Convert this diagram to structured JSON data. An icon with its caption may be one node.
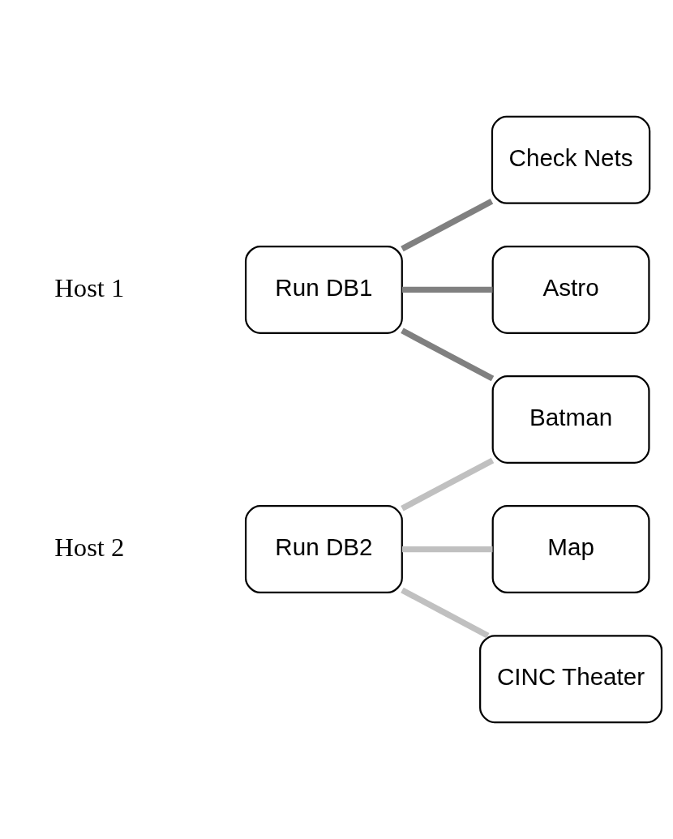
{
  "diagram": {
    "nodes": [
      {
        "text": [
          "Map"
        ]
      },
      {
        "text": [
          "Run DB2"
        ]
      },
      {
        "text": [
          "CINC Theater"
        ]
      },
      {
        "text": [
          "Run DB1"
        ]
      },
      {
        "text": [
          "Batman"
        ]
      },
      {
        "text": [
          "Check Nets"
        ]
      },
      {
        "text": [
          "Astro"
        ]
      }
    ],
    "edges": [
      {
        "from": 1,
        "to": 0,
        "arrow": "none",
        "color": "#c0c0c0"
      },
      {
        "from": 1,
        "to": 2,
        "arrow": "none",
        "color": "#c0c0c0"
      },
      {
        "from": 1,
        "to": 4,
        "arrow": "none",
        "color": "#c0c0c0"
      },
      {
        "from": 3,
        "to": 4,
        "arrow": "none"
      },
      {
        "from": 3,
        "to": 5,
        "arrow": "none"
      },
      {
        "from": 3,
        "to": 6,
        "arrow": "none"
      }
    ],
    "labels": [
      "Host 2",
      "Host 1"
    ]
  }
}
